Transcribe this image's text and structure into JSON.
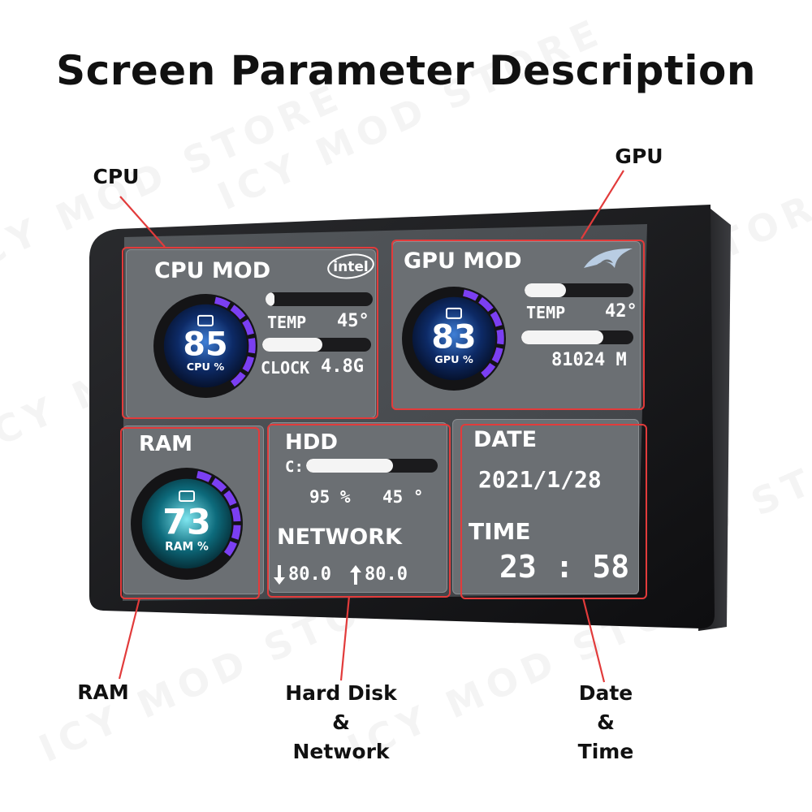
{
  "title": "Screen Parameter Description",
  "watermark_text": "ICY MOD STORE",
  "callouts": {
    "cpu": "CPU",
    "gpu": "GPU",
    "ram": "RAM",
    "hdd_line1": "Hard Disk",
    "hdd_line2": "&",
    "hdd_line3": "Network",
    "date_line1": "Date",
    "date_line2": "&",
    "date_line3": "Time"
  },
  "screen": {
    "cpu": {
      "title": "CPU MOD",
      "logo": "intel",
      "usage": "85",
      "usage_label": "CPU %",
      "usage_fraction": 0.85,
      "temp_label": "TEMP",
      "temp_value": "45°",
      "temp_fill": 0.08,
      "clock_label": "CLOCK",
      "clock_value": "4.8G",
      "clock_fill": 0.55,
      "icon": "cpu-chip-icon"
    },
    "gpu": {
      "title": "GPU MOD",
      "logo": "rog-eye-icon",
      "usage": "83",
      "usage_label": "GPU %",
      "usage_fraction": 0.83,
      "temp_label": "TEMP",
      "temp_value": "42°",
      "temp_fill": 0.38,
      "mem_value": "81024 M",
      "mem_fill": 0.73,
      "icon": "graphics-card-icon"
    },
    "ram": {
      "title": "RAM",
      "usage": "73",
      "usage_label": "RAM %",
      "usage_fraction": 0.73,
      "icon": "memory-stick-icon"
    },
    "hdd": {
      "title": "HDD",
      "drive_label": "C:",
      "drive_fill": 0.66,
      "usage_value": "95 %",
      "temp_value": "45 °",
      "network_title": "NETWORK",
      "download_value": "80.0",
      "upload_value": "80.0"
    },
    "datetime": {
      "date_label": "DATE",
      "date_value": "2021/1/28",
      "time_label": "TIME",
      "time_value": "23 : 58"
    }
  },
  "colors": {
    "highlight": "#e23b3b",
    "gauge_arc": "#7b3ff2",
    "panel": "#6b6f73",
    "bezel": "#151517"
  }
}
